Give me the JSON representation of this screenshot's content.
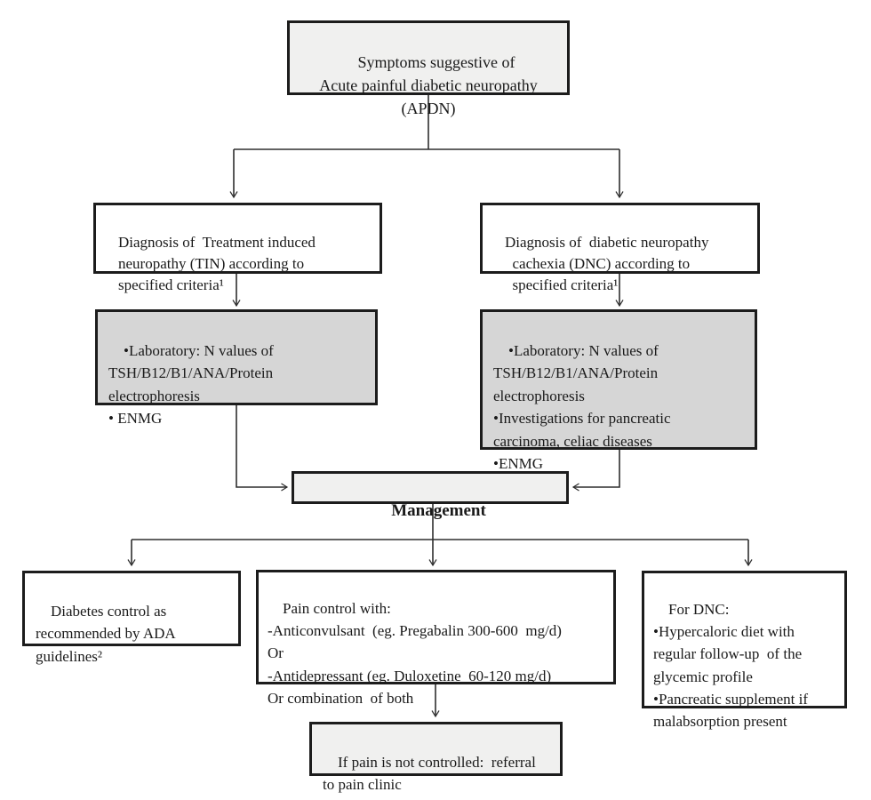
{
  "colors": {
    "light_fill": "#f0f0ef",
    "gray_fill": "#d6d6d6",
    "white_fill": "#ffffff",
    "border": "#1c1c1c",
    "line": "#2e2e2e",
    "text": "#1a1a1a"
  },
  "nodes": {
    "apdn": {
      "text": "Symptoms suggestive of\nAcute painful diabetic neuropathy\n(APDN)"
    },
    "tin": {
      "text": "Diagnosis of  Treatment induced\n    neuropathy (TIN) according to\n    specified criteria¹"
    },
    "dnc": {
      "text": "Diagnosis of  diabetic neuropathy\n      cachexia (DNC) according to\n      specified criteria¹"
    },
    "lab_tin": {
      "text": "•Laboratory: N values of\nTSH/B12/B1/ANA/Protein\nelectrophoresis\n• ENMG"
    },
    "lab_dnc": {
      "text": "•Laboratory: N values of\nTSH/B12/B1/ANA/Protein\nelectrophoresis\n•Investigations for pancreatic\ncarcinoma, celiac diseases\n•ENMG"
    },
    "management": {
      "text": "Management"
    },
    "diabetes_control": {
      "text": "Diabetes control as\nrecommended by ADA\nguidelines²"
    },
    "pain_control": {
      "text": "Pain control with:\n-Anticonvulsant  (eg. Pregabalin 300-600  mg/d)\nOr\n-Antidepressant (eg. Duloxetine  60-120 mg/d)\nOr combination  of both"
    },
    "dnc_management": {
      "text": "For DNC:\n•Hypercaloric diet with\nregular follow-up  of the\nglycemic profile\n•Pancreatic supplement if\nmalabsorption present"
    },
    "referral": {
      "text": "If pain is not controlled:  referral\nto pain clinic"
    }
  }
}
